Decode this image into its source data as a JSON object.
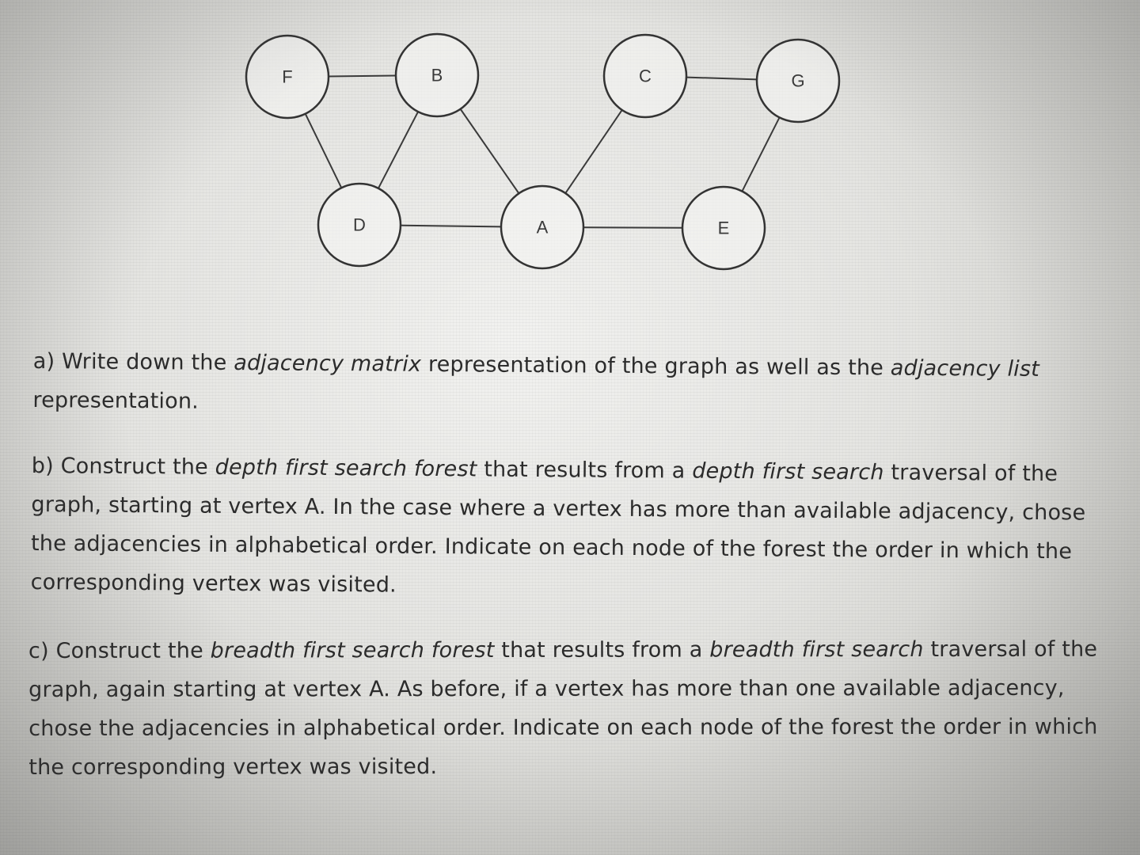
{
  "graph": {
    "nodes": [
      {
        "id": "F",
        "label": "F"
      },
      {
        "id": "B",
        "label": "B"
      },
      {
        "id": "C",
        "label": "C"
      },
      {
        "id": "G",
        "label": "G"
      },
      {
        "id": "D",
        "label": "D"
      },
      {
        "id": "A",
        "label": "A"
      },
      {
        "id": "E",
        "label": "E"
      }
    ],
    "edges": [
      [
        "F",
        "B"
      ],
      [
        "F",
        "D"
      ],
      [
        "B",
        "D"
      ],
      [
        "B",
        "A"
      ],
      [
        "C",
        "G"
      ],
      [
        "C",
        "A"
      ],
      [
        "G",
        "E"
      ],
      [
        "D",
        "A"
      ],
      [
        "A",
        "E"
      ]
    ]
  },
  "questions": {
    "a": {
      "p1": "a) Write down the ",
      "em1": "adjacency matrix",
      "p2": " representation of the graph as well as the ",
      "em2": "adjacency list",
      "p3": " representation."
    },
    "b": {
      "p1": "b) Construct the ",
      "em1": "depth first search forest",
      "p2": " that results from a ",
      "em2": "depth first search",
      "p3": "  traversal of the graph, starting at vertex A. In the case where a vertex has more than available adjacency, chose the adjacencies in alphabetical order. Indicate on each node of the forest the order in which the corresponding vertex was visited."
    },
    "c": {
      "p1": "c) Construct the ",
      "em1": "breadth first search forest",
      "p2": " that results from a ",
      "em2": "breadth first search",
      "p3": "  traversal of the graph, again starting at vertex A. As before, if a vertex has more than one available adjacency, chose the adjacencies in alphabetical order. Indicate on each node of the forest the order in which the corresponding vertex was visited."
    }
  }
}
